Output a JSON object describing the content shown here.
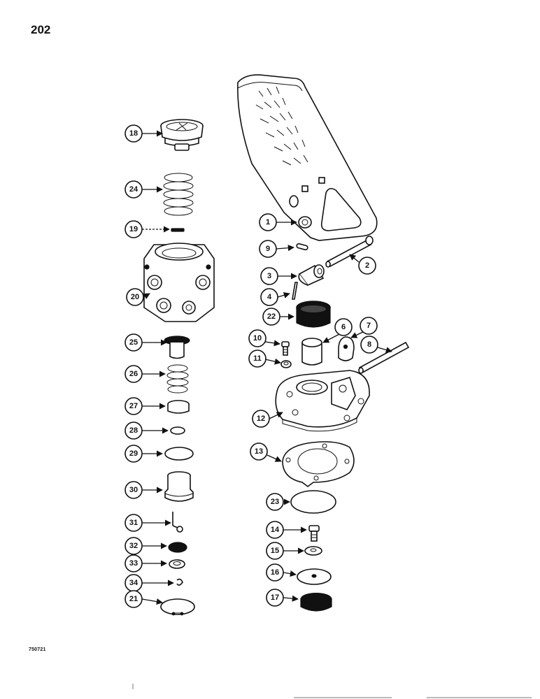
{
  "page": {
    "number": "202",
    "figure_code": "750721"
  },
  "callouts": [
    {
      "label": "18",
      "part": "valve-cover"
    },
    {
      "label": "24",
      "part": "spring"
    },
    {
      "label": "19",
      "part": "pin"
    },
    {
      "label": "20",
      "part": "valve-body"
    },
    {
      "label": "25",
      "part": "piston"
    },
    {
      "label": "26",
      "part": "spring"
    },
    {
      "label": "27",
      "part": "retainer"
    },
    {
      "label": "28",
      "part": "o-ring"
    },
    {
      "label": "29",
      "part": "o-ring"
    },
    {
      "label": "30",
      "part": "valve-seat"
    },
    {
      "label": "31",
      "part": "valve-stem"
    },
    {
      "label": "32",
      "part": "valve-disc"
    },
    {
      "label": "33",
      "part": "washer"
    },
    {
      "label": "34",
      "part": "retaining-clip"
    },
    {
      "label": "21",
      "part": "snap-ring"
    },
    {
      "label": "1",
      "part": "bushing"
    },
    {
      "label": "9",
      "part": "roll-pin"
    },
    {
      "label": "2",
      "part": "pedal-pin"
    },
    {
      "label": "3",
      "part": "roller"
    },
    {
      "label": "4",
      "part": "cotter-pin"
    },
    {
      "label": "22",
      "part": "boot"
    },
    {
      "label": "10",
      "part": "bolt"
    },
    {
      "label": "6",
      "part": "plunger"
    },
    {
      "label": "7",
      "part": "cam"
    },
    {
      "label": "8",
      "part": "pin"
    },
    {
      "label": "11",
      "part": "lock-washer"
    },
    {
      "label": "12",
      "part": "mounting-plate"
    },
    {
      "label": "13",
      "part": "gasket"
    },
    {
      "label": "23",
      "part": "o-ring"
    },
    {
      "label": "14",
      "part": "bolt"
    },
    {
      "label": "15",
      "part": "washer"
    },
    {
      "label": "16",
      "part": "plate"
    },
    {
      "label": "17",
      "part": "boot"
    }
  ]
}
